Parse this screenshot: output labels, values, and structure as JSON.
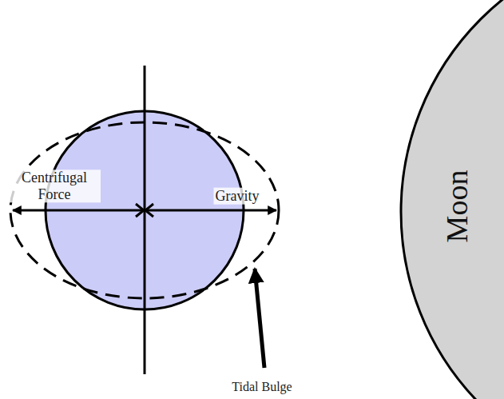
{
  "diagram": {
    "nodes": [
      {
        "text": [
          "Moon"
        ]
      }
    ],
    "labels": [
      "Centrifugal Force",
      "Gravity",
      "Tidal Bulge"
    ]
  }
}
